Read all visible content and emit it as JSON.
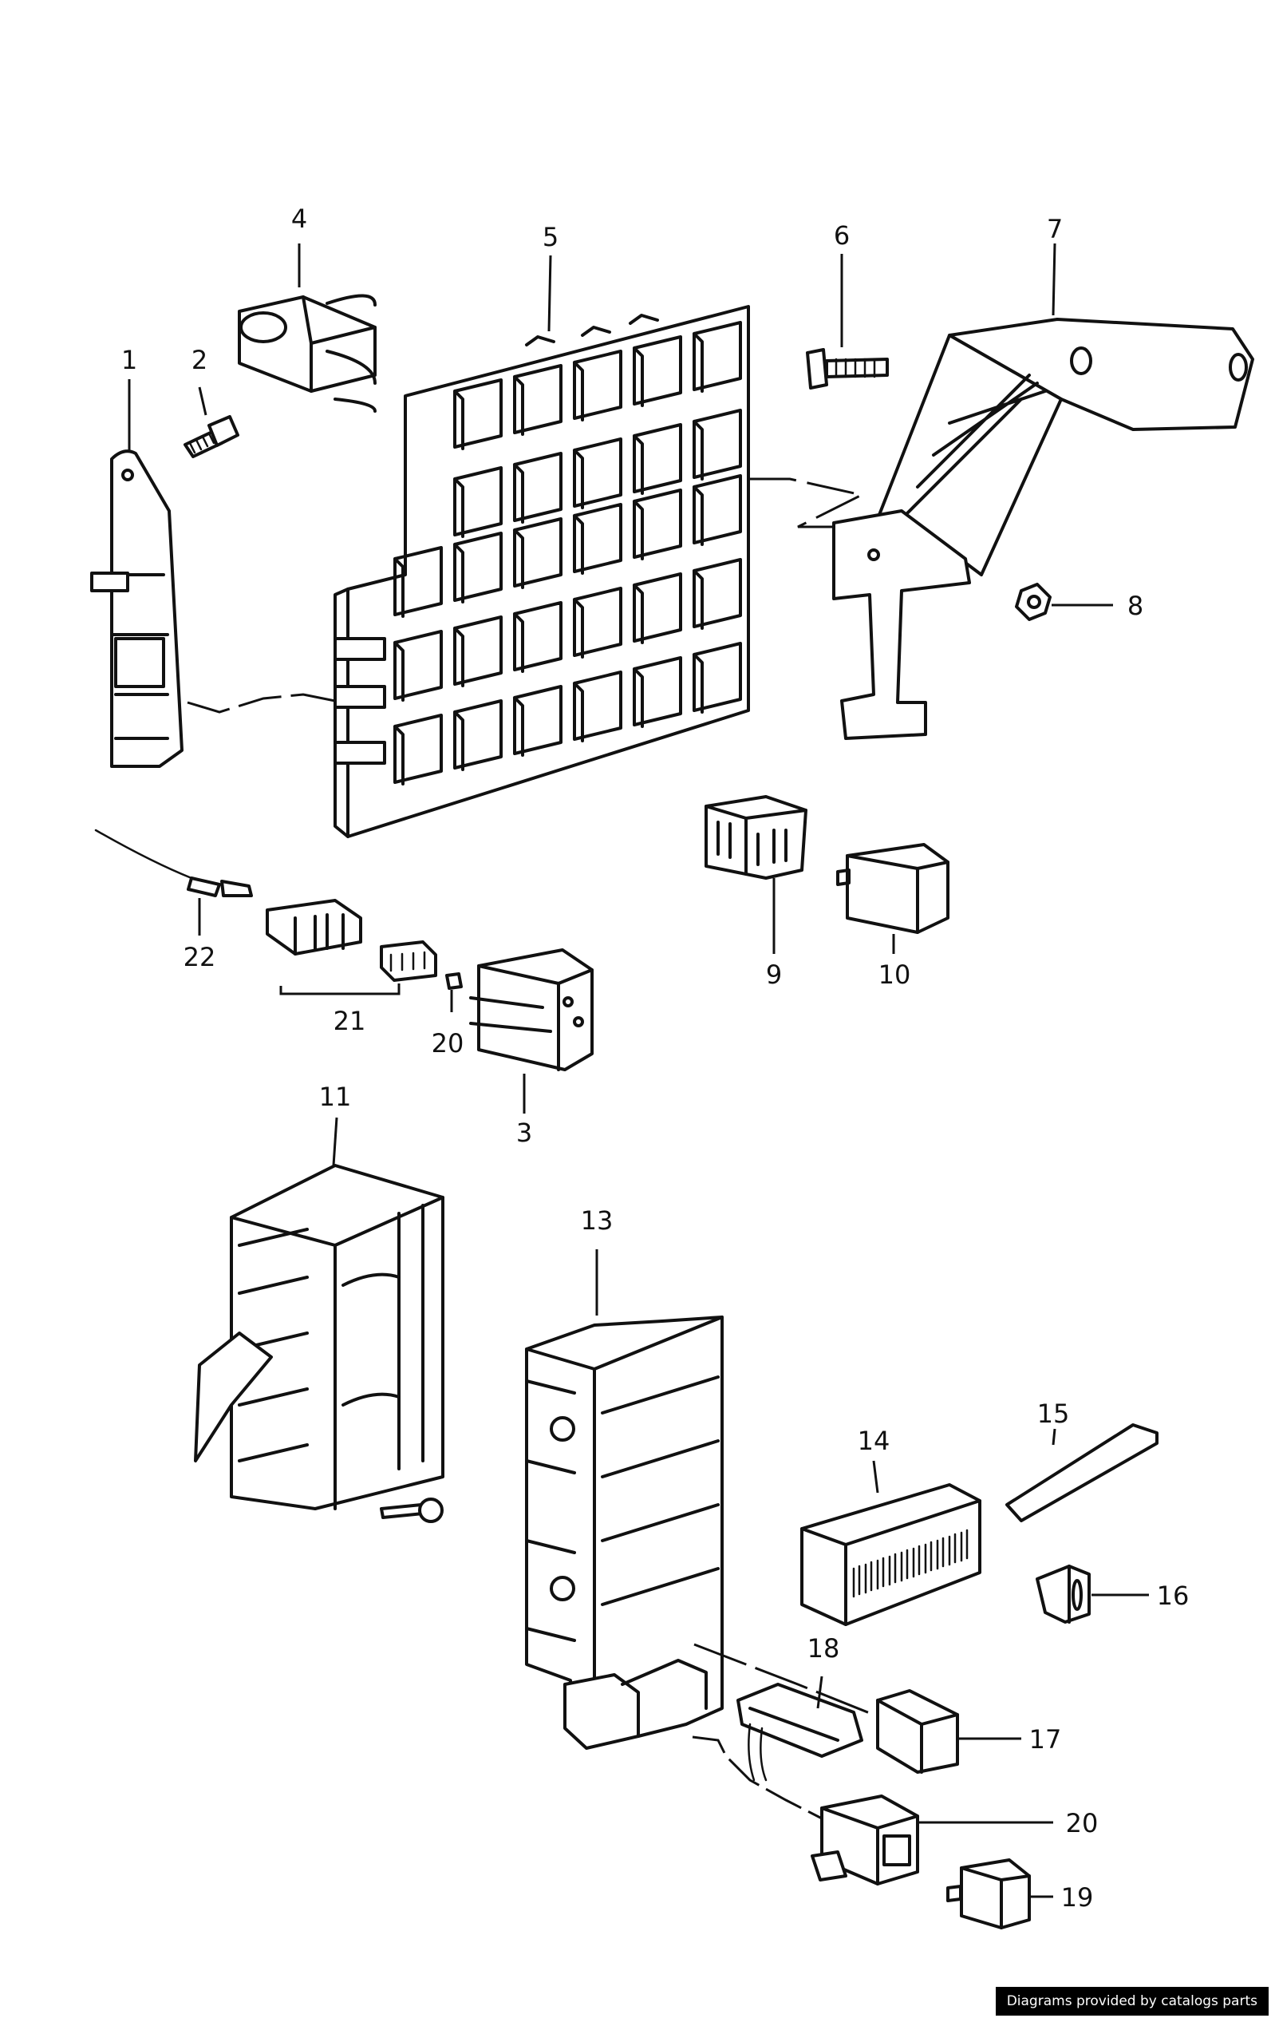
{
  "footer": {
    "credit": "Diagrams provided by catalogs parts"
  },
  "callouts": [
    "1",
    "2",
    "3",
    "4",
    "5",
    "6",
    "7",
    "8",
    "9",
    "10",
    "11",
    "13",
    "14",
    "15",
    "16",
    "17",
    "18",
    "19",
    "20",
    "20",
    "21",
    "22"
  ]
}
